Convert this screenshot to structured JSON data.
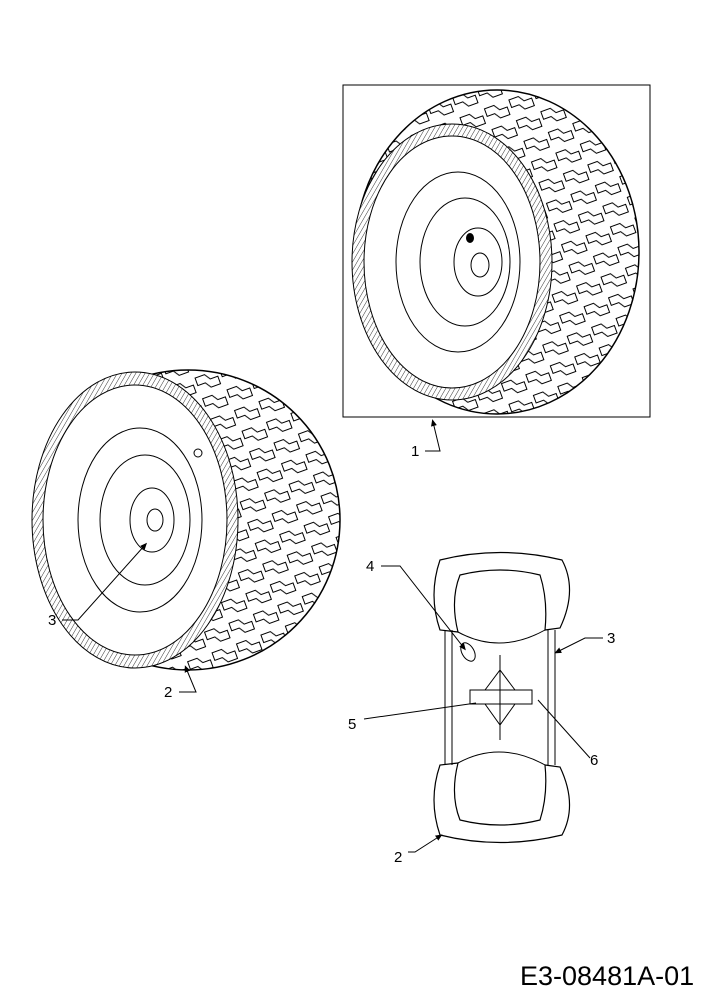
{
  "diagram": {
    "callouts": {
      "box_wheel": "1",
      "left_tire": "2",
      "left_rim": "3",
      "section_valve": "4",
      "section_bearing": "5",
      "section_hub": "6",
      "section_rim": "3",
      "section_tire": "2"
    },
    "drawing_code": "E3-08481A-01"
  }
}
